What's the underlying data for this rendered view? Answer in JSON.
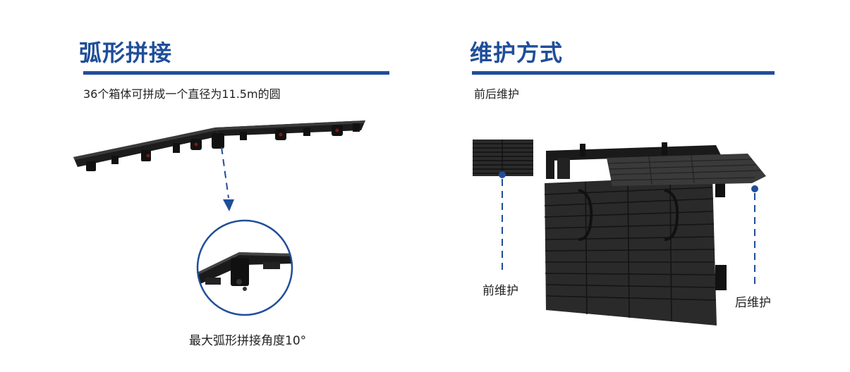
{
  "left_section": {
    "title": "弧形拼接",
    "subtitle": "36个箱体可拼成一个直径为11.5m的圆",
    "detail_caption": "最大弧形拼接角度10°"
  },
  "right_section": {
    "title": "维护方式",
    "subtitle": "前后维护",
    "front_label": "前维护",
    "rear_label": "后维护"
  },
  "colors": {
    "accent": "#1f4e9a",
    "panel_dark": "#1a1a1a",
    "text": "#222222"
  }
}
